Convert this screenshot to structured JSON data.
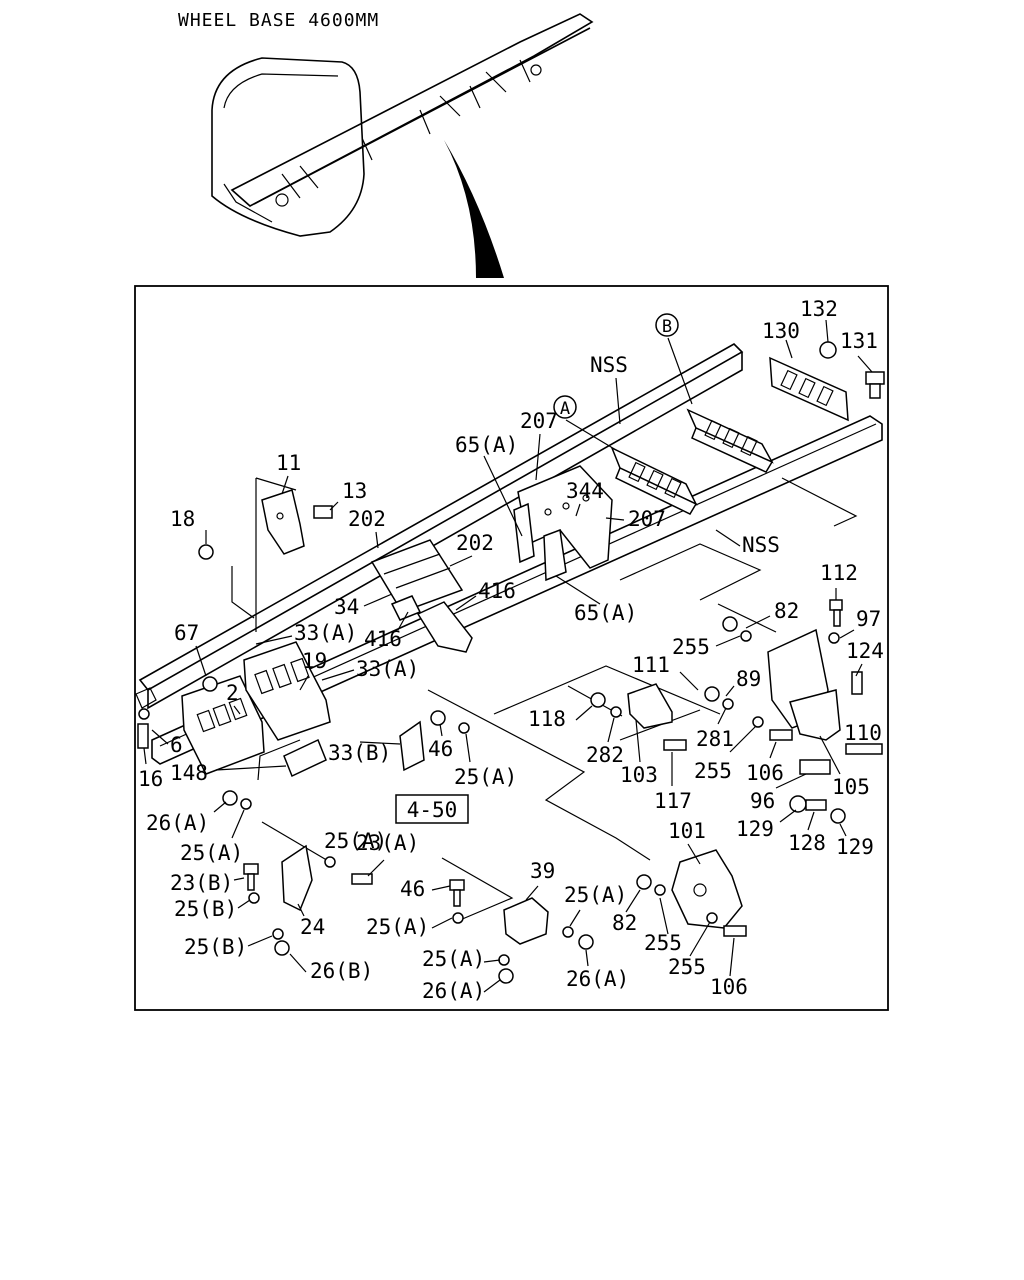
{
  "header": {
    "title": "WHEEL BASE 4600MM"
  },
  "reference_box": {
    "label": "4-50"
  },
  "callouts": {
    "a": "A",
    "b": "B"
  },
  "labels": [
    "132",
    "130",
    "131",
    "B",
    "NSS",
    "A",
    "207",
    "65(A)",
    "11",
    "13",
    "344",
    "202",
    "18",
    "202",
    "207",
    "NSS",
    "416",
    "34",
    "416",
    "65(A)",
    "112",
    "97",
    "82",
    "124",
    "67",
    "33(A)",
    "255",
    "19",
    "33(A)",
    "111",
    "2",
    "89",
    "118",
    "110",
    "6",
    "46",
    "16",
    "33(B)",
    "282",
    "281",
    "25(A)",
    "148",
    "103",
    "255",
    "106",
    "105",
    "4-50",
    "96",
    "26(A)",
    "117",
    "129",
    "128",
    "129",
    "25(A)",
    "101",
    "25(A)",
    "23(A)",
    "23(B)",
    "39",
    "46",
    "25(A)",
    "25(B)",
    "24",
    "25(A)",
    "82",
    "25(B)",
    "255",
    "25(A)",
    "26(B)",
    "255",
    "26(A)",
    "106"
  ]
}
